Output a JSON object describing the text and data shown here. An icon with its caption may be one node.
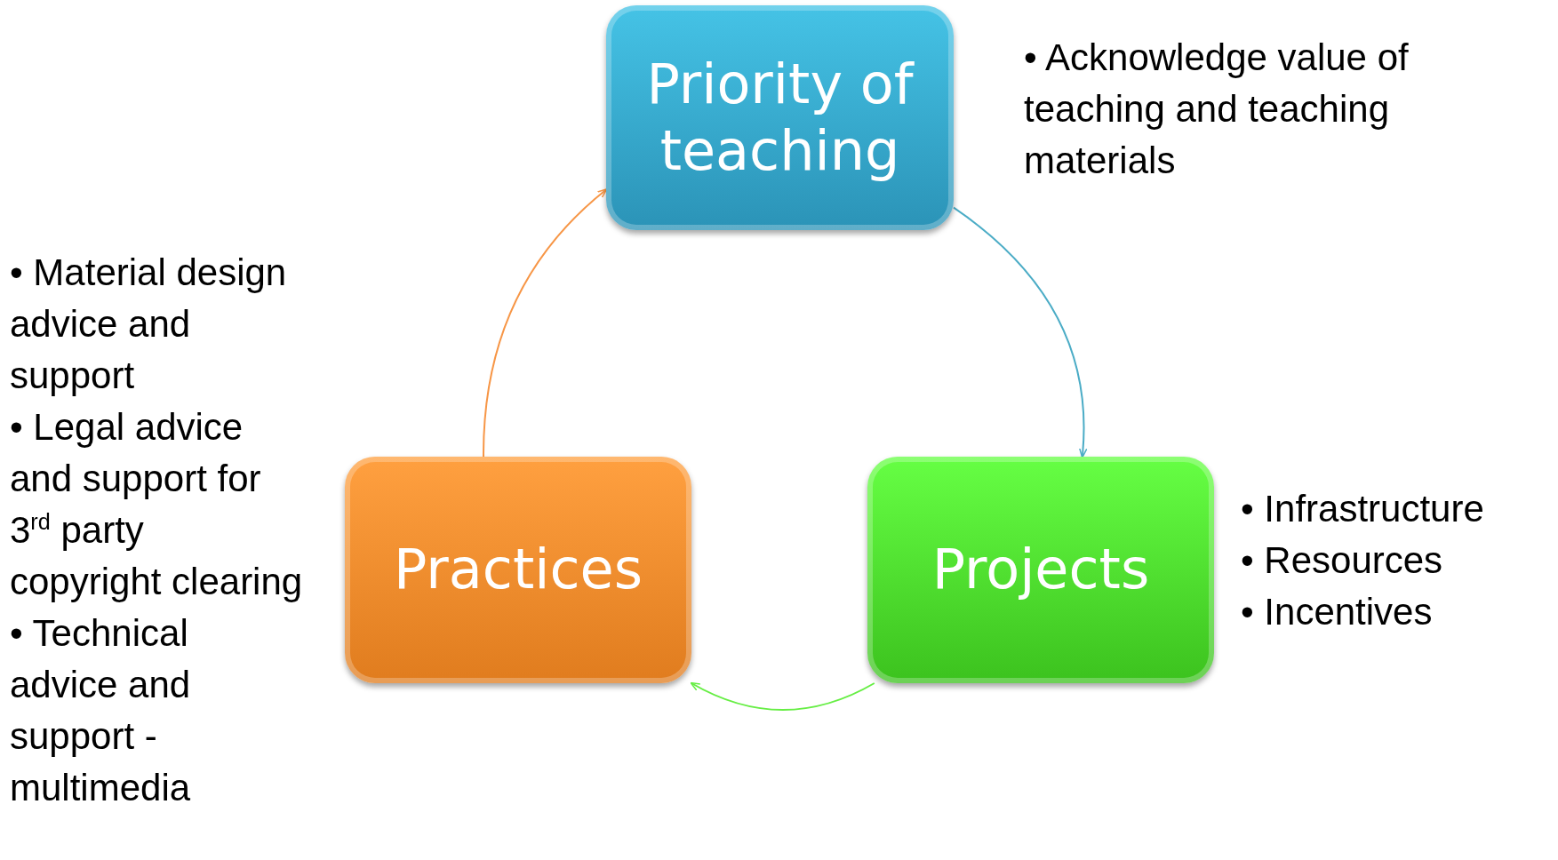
{
  "diagram": {
    "nodes": [
      {
        "text": [
          "Priority of teaching"
        ],
        "beside": [
          "• Acknowledge value of teaching and teaching materials"
        ]
      },
      {
        "text": [
          "Projects"
        ],
        "beside": [
          "• Infrastructure",
          "• Resources",
          "• Incentives"
        ]
      },
      {
        "text": [
          "Practices"
        ],
        "beside": [
          "• Material design advice and support",
          "• Legal advice and support for 3$^{rd}$ party copyright clearing",
          "• Technical advice and support - multimedia"
        ]
      }
    ],
    "edges": [
      {
        "from": 0,
        "to": 1,
        "arrow": "to",
        "color": "#4bacc6"
      },
      {
        "from": 1,
        "to": 2,
        "arrow": "to",
        "color": "#66ee44"
      },
      {
        "from": 2,
        "to": 0,
        "arrow": "to",
        "color": "#f79646"
      }
    ]
  }
}
